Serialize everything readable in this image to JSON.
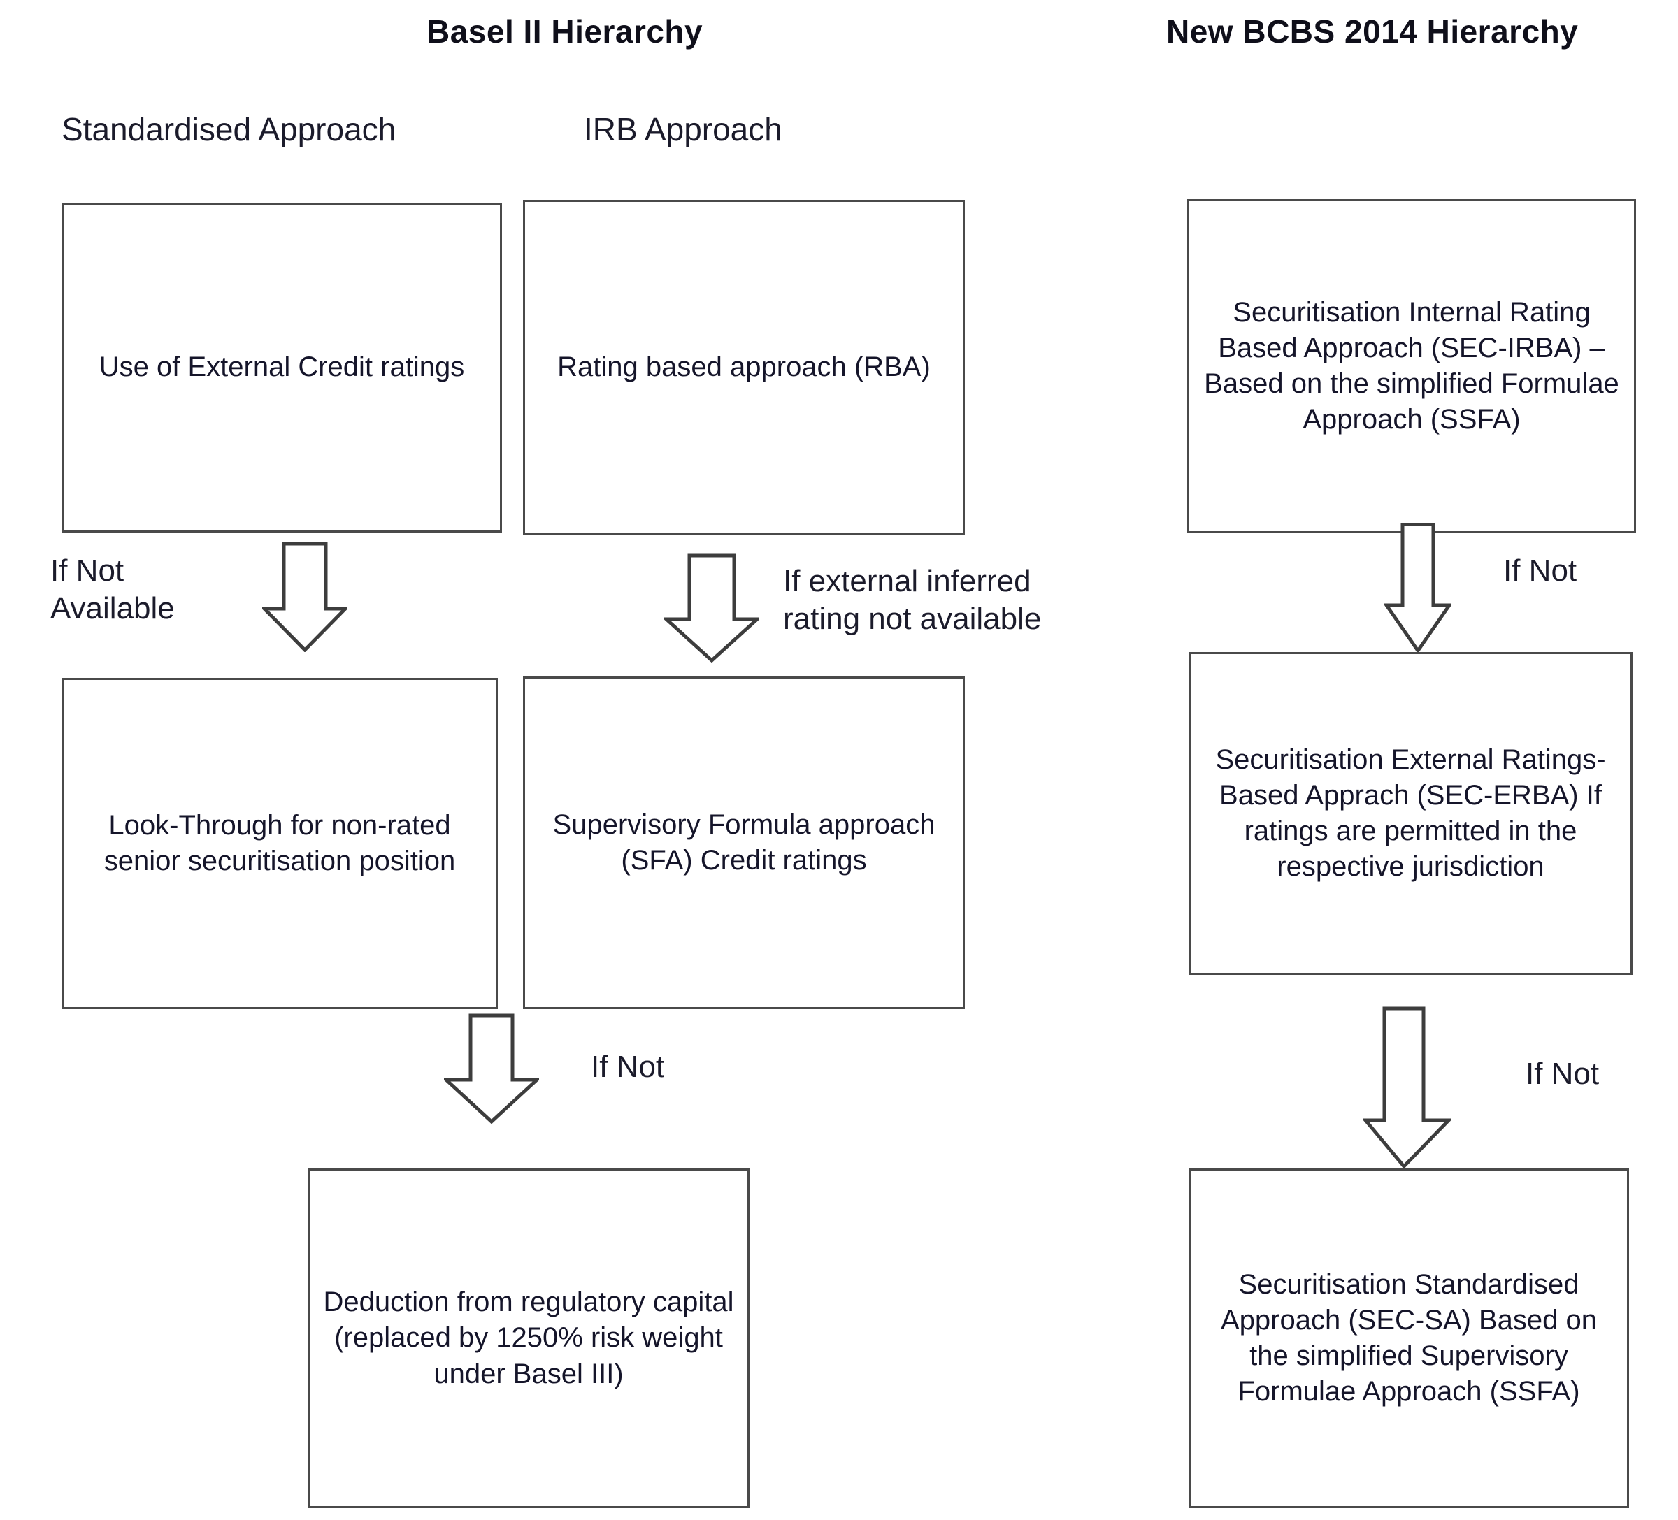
{
  "headers": {
    "left": "Basel II Hierarchy",
    "right": "New BCBS 2014 Hierarchy"
  },
  "subheaders": {
    "standardised": "Standardised Approach",
    "irb": "IRB Approach"
  },
  "nodes": {
    "external_credit_ratings": "Use of External Credit ratings",
    "rating_based_approach": "Rating based approach (RBA)",
    "sec_irba": "Securitisation Internal Rating Based Approach (SEC-IRBA) – Based on the simplified Formulae Approach (SSFA)",
    "look_through": "Look-Through for non-rated senior securitisation position",
    "supervisory_formula": "Supervisory Formula approach (SFA) Credit ratings",
    "sec_erba": "Securitisation External Ratings- Based Apprach (SEC-ERBA) If ratings are permitted in the respective jurisdiction",
    "deduction": "Deduction from regulatory capital (replaced by 1250% risk weight under Basel III)",
    "sec_sa": "Securitisation Standardised Approach (SEC-SA) Based on the simplified Supervisory Formulae Approach (SSFA)"
  },
  "edge_labels": {
    "if_not_available": "If Not\nAvailable",
    "if_external_inferred": "If external inferred\nrating not available",
    "if_not_right_top": "If Not",
    "if_not_left_bottom": "If Not",
    "if_not_right_bottom": "If Not"
  },
  "colors": {
    "box_border": "#4a4a4a",
    "text": "#15152a",
    "heading": "#0f0f1a",
    "background": "#ffffff",
    "arrow_stroke": "#3d3d3d"
  },
  "icons": {
    "arrow": "down-block-arrow-icon"
  }
}
